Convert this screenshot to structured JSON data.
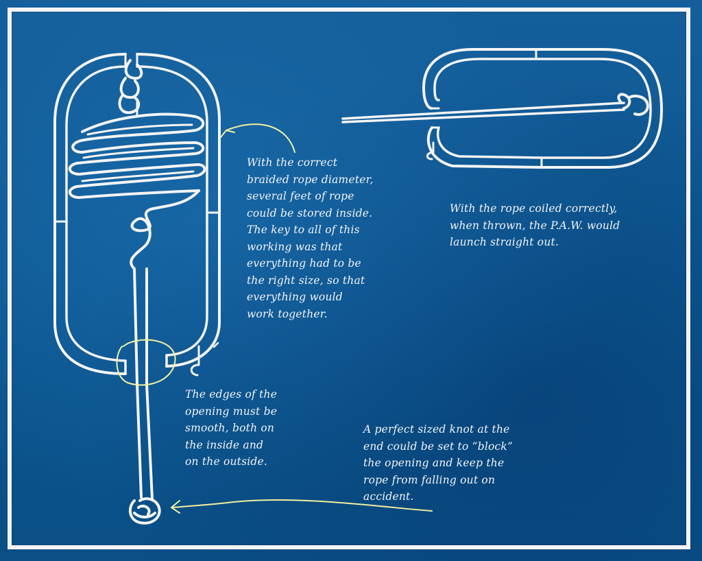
{
  "annotations": {
    "storage": "With the correct\nbraided rope diameter,\nseveral feet of rope\ncould be stored inside.\nThe key to all of this\nworking was that\neverything had to be\nthe right size, so that\neverything would\nwork together.",
    "throw": "With the rope coiled correctly,\nwhen thrown, the P.A.W. would\nlaunch straight out.",
    "edges": "The edges of the\nopening must be\nsmooth, both on\nthe inside and\non the outside.",
    "knot": "A perfect sized knot at the\nend could be set to “block”\nthe opening and keep the\nrope from falling out on\naccident."
  },
  "colors": {
    "background": "#0d5a94",
    "chalk": "#f4f4f4",
    "highlight": "#f3f0a0"
  }
}
